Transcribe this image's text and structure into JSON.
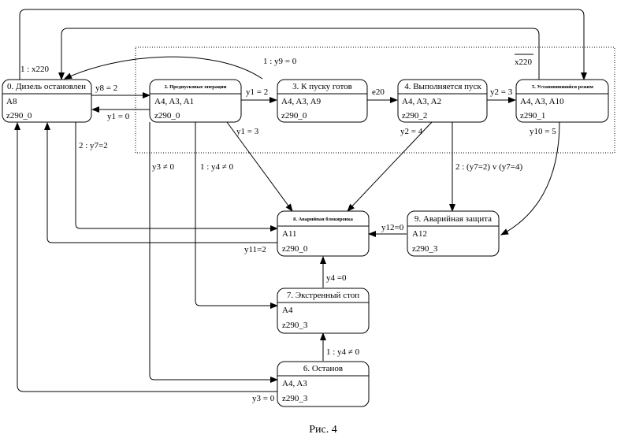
{
  "caption": "Рис. 4",
  "states": {
    "s0": {
      "title": "0. Дизель остановлен",
      "action": "A8",
      "code": "z290_0"
    },
    "s2": {
      "title": "2. Предпусковые операции",
      "action": "A4, A3, A1",
      "code": "z290_0"
    },
    "s3": {
      "title": "3. К пуску готов",
      "action": "A4, A3, A9",
      "code": "z290_0"
    },
    "s4": {
      "title": "4. Выполняется пуск",
      "action": "A4, A3, A2",
      "code": "z290_2"
    },
    "s5": {
      "title": "5. Установившийся режим",
      "action": "A4, A3, A10",
      "code": "z290_1"
    },
    "s8": {
      "title": "8. Аварийная блокировка",
      "action": "A11",
      "code": "z290_0"
    },
    "s9": {
      "title": "9. Аварийная защита",
      "action": "A12",
      "code": "z290_3"
    },
    "s7": {
      "title": "7. Экстренный стоп",
      "action": "A4",
      "code": "z290_3"
    },
    "s6": {
      "title": "6. Останов",
      "action": "A4, A3",
      "code": "z290_3"
    }
  },
  "transitions": {
    "t1_x220": "1 : x220",
    "t1_y9": "1 : y9 = 0",
    "x220_bar": "x220",
    "y8": "y8 = 2",
    "y1_0": "y1 = 0",
    "y1_2": "y1 = 2",
    "e20": "e20",
    "y2_3": "y2 = 3",
    "y1_3": "y1 = 3",
    "y2_4": "y2 = 4",
    "y10_5": "y10 = 5",
    "t2_y7": "2 : y7=2",
    "y3_ne0": "y3 ≠ 0",
    "t1_y4_ne0_top": "1 : y4 ≠ 0",
    "t2_y7or": "2 : (y7=2) v (y7=4)",
    "y12": "y12=0",
    "y11": "y11=2",
    "y4_0": "y4 =0",
    "t1_y4_ne0_bot": "1 : y4 ≠ 0",
    "y3_0": "y3 = 0"
  }
}
